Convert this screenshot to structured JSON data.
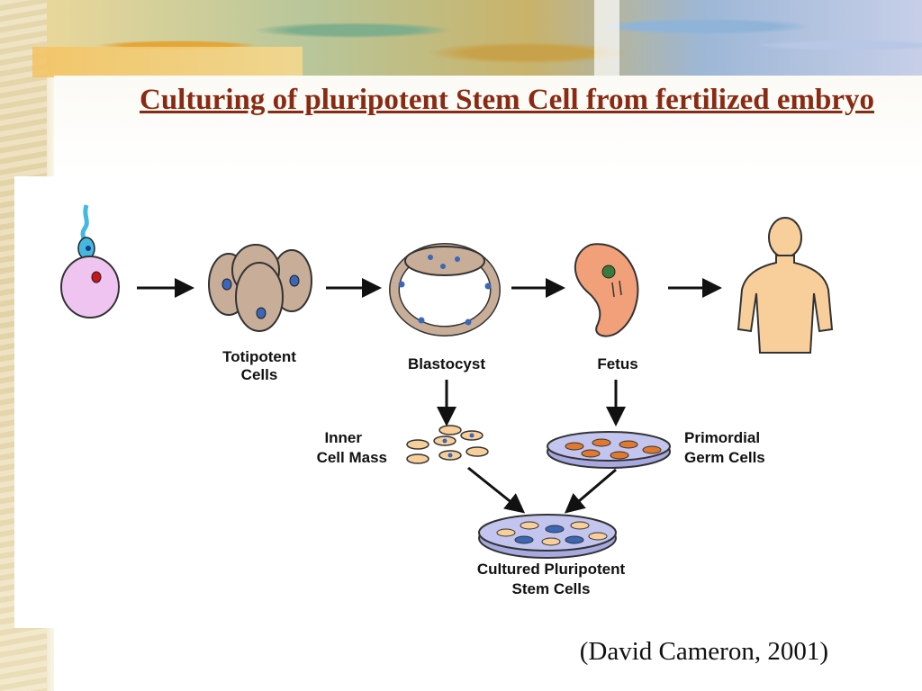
{
  "slide": {
    "title": "Culturing of pluripotent Stem Cell from fertilized embryo",
    "citation": "(David Cameron, 2001)"
  },
  "diagram": {
    "labels": {
      "totipotent_line1": "Totipotent",
      "totipotent_line2": "Cells",
      "blastocyst": "Blastocyst",
      "fetus": "Fetus",
      "inner_cell_mass_line1": "Inner",
      "inner_cell_mass_line2": "Cell Mass",
      "primordial_line1": "Primordial",
      "primordial_line2": "Germ Cells",
      "cultured_line1": "Cultured Pluripotent",
      "cultured_line2": "Stem Cells"
    },
    "colors": {
      "egg": "#f0c4f0",
      "sperm": "#45b8e0",
      "cell": "#c8ad98",
      "nucleus": "#3a67b8",
      "skin": "#f8cf9b",
      "fetus": "#f2a07a",
      "dish": "#a7a9e0",
      "arrow": "#111111",
      "title": "#8b2a12"
    }
  }
}
